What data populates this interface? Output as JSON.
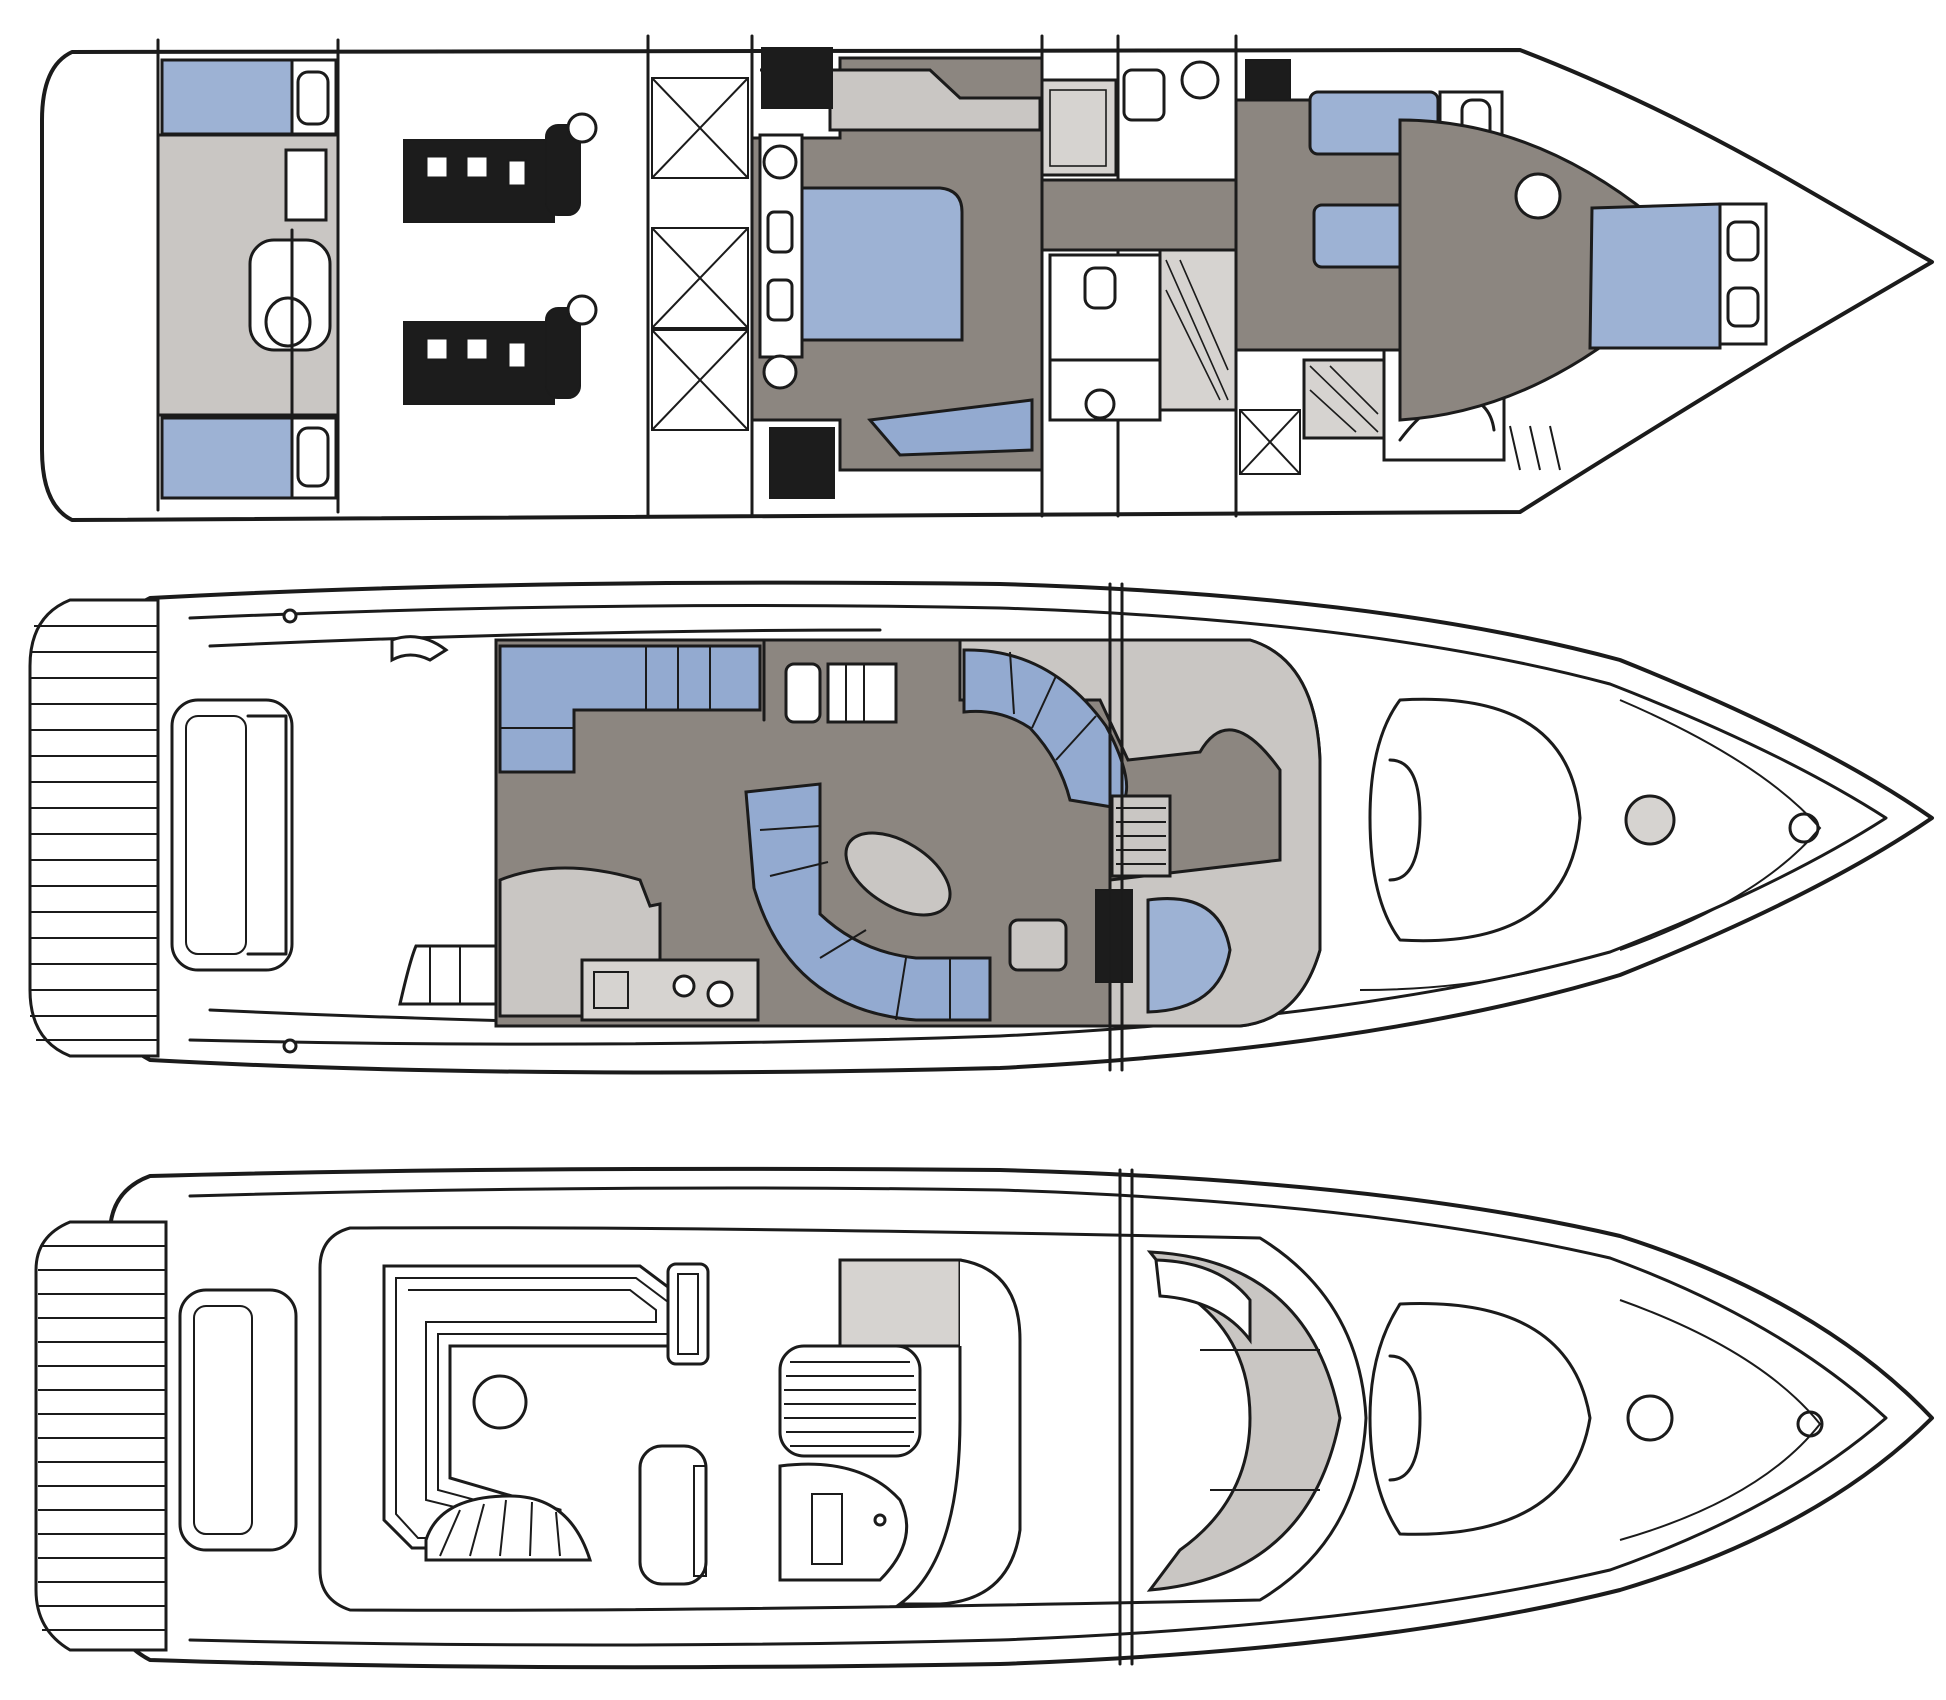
{
  "diagram": {
    "decks": [
      {
        "id": "lower-deck"
      },
      {
        "id": "main-deck"
      },
      {
        "id": "flybridge"
      }
    ],
    "colors": {
      "floor": "#8c8680",
      "berth": "#9db2d4",
      "seating": "#93aad0",
      "outline": "#1b1b1b",
      "background": "#ffffff"
    }
  }
}
